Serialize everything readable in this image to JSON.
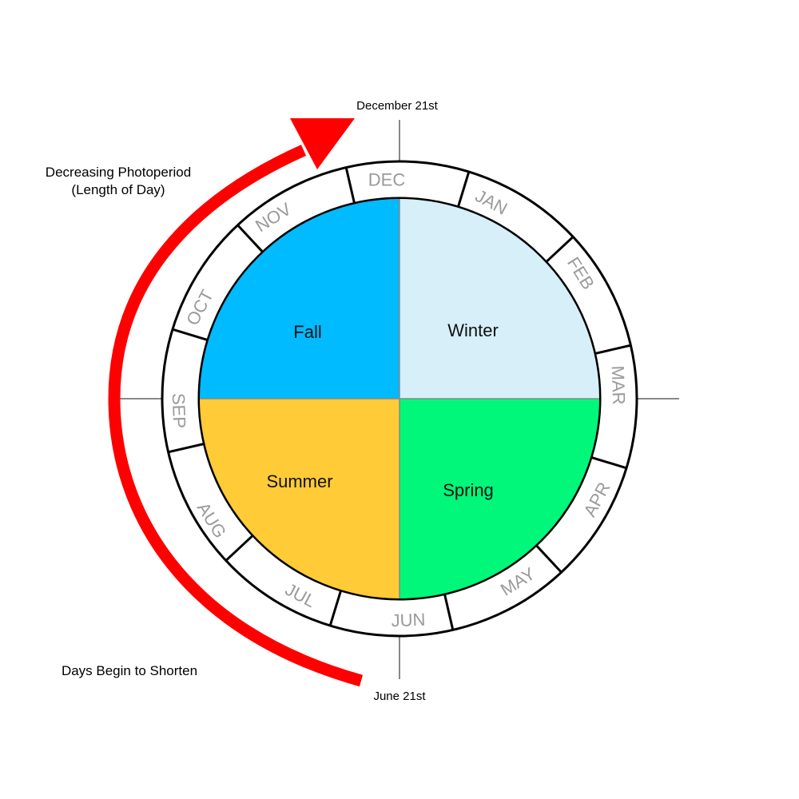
{
  "annotations": {
    "top_date": "December 21st",
    "bottom_date": "June 21st",
    "arrow_label_line1": "Decreasing Photoperiod",
    "arrow_label_line2": "(Length of Day)",
    "bottom_note": "Days Begin to Shorten"
  },
  "seasons": [
    {
      "name": "Winter",
      "color": "#d6eff8"
    },
    {
      "name": "Spring",
      "color": "#00f77a"
    },
    {
      "name": "Summer",
      "color": "#ffcb36"
    },
    {
      "name": "Fall",
      "color": "#00bbff"
    }
  ],
  "months": [
    "DEC",
    "JAN",
    "FEB",
    "MAR",
    "APR",
    "MAY",
    "JUN",
    "JUL",
    "AUG",
    "SEP",
    "OCT",
    "NOV"
  ],
  "colors": {
    "arrow": "#ff0000",
    "ring_outline": "#000000",
    "month_text": "#9a9a9a",
    "crosshair": "#888888"
  }
}
